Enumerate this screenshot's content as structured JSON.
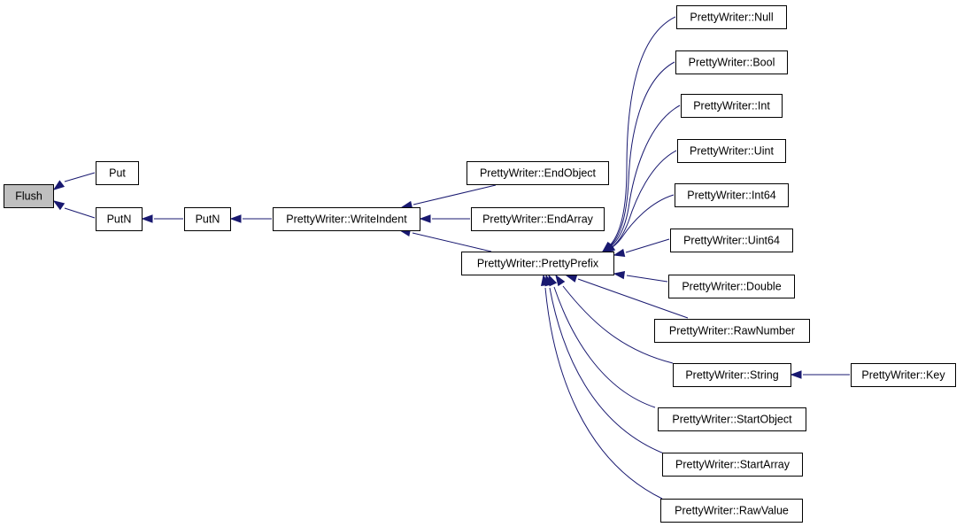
{
  "graph": {
    "edge_color": "#191970",
    "highlight_fill": "#bfbfbf",
    "nodes": [
      {
        "id": "flush",
        "label": "Flush",
        "highlight": true
      },
      {
        "id": "put",
        "label": "Put"
      },
      {
        "id": "putn1",
        "label": "PutN"
      },
      {
        "id": "putn2",
        "label": "PutN"
      },
      {
        "id": "writeindent",
        "label": "PrettyWriter::WriteIndent"
      },
      {
        "id": "endobject",
        "label": "PrettyWriter::EndObject"
      },
      {
        "id": "endarray",
        "label": "PrettyWriter::EndArray"
      },
      {
        "id": "prettyprefix",
        "label": "PrettyWriter::PrettyPrefix"
      },
      {
        "id": "null",
        "label": "PrettyWriter::Null"
      },
      {
        "id": "bool",
        "label": "PrettyWriter::Bool"
      },
      {
        "id": "int",
        "label": "PrettyWriter::Int"
      },
      {
        "id": "uint",
        "label": "PrettyWriter::Uint"
      },
      {
        "id": "int64",
        "label": "PrettyWriter::Int64"
      },
      {
        "id": "uint64",
        "label": "PrettyWriter::Uint64"
      },
      {
        "id": "double",
        "label": "PrettyWriter::Double"
      },
      {
        "id": "rawnumber",
        "label": "PrettyWriter::RawNumber"
      },
      {
        "id": "string",
        "label": "PrettyWriter::String"
      },
      {
        "id": "startobject",
        "label": "PrettyWriter::StartObject"
      },
      {
        "id": "startarray",
        "label": "PrettyWriter::StartArray"
      },
      {
        "id": "rawvalue",
        "label": "PrettyWriter::RawValue"
      },
      {
        "id": "key",
        "label": "PrettyWriter::Key"
      }
    ],
    "edges": [
      {
        "from": "put",
        "to": "flush"
      },
      {
        "from": "putn1",
        "to": "flush"
      },
      {
        "from": "putn2",
        "to": "putn1"
      },
      {
        "from": "writeindent",
        "to": "putn2"
      },
      {
        "from": "endobject",
        "to": "writeindent"
      },
      {
        "from": "endarray",
        "to": "writeindent"
      },
      {
        "from": "prettyprefix",
        "to": "writeindent"
      },
      {
        "from": "null",
        "to": "prettyprefix"
      },
      {
        "from": "bool",
        "to": "prettyprefix"
      },
      {
        "from": "int",
        "to": "prettyprefix"
      },
      {
        "from": "uint",
        "to": "prettyprefix"
      },
      {
        "from": "int64",
        "to": "prettyprefix"
      },
      {
        "from": "uint64",
        "to": "prettyprefix"
      },
      {
        "from": "double",
        "to": "prettyprefix"
      },
      {
        "from": "rawnumber",
        "to": "prettyprefix"
      },
      {
        "from": "string",
        "to": "prettyprefix"
      },
      {
        "from": "startobject",
        "to": "prettyprefix"
      },
      {
        "from": "startarray",
        "to": "prettyprefix"
      },
      {
        "from": "rawvalue",
        "to": "prettyprefix"
      },
      {
        "from": "key",
        "to": "string"
      }
    ]
  }
}
